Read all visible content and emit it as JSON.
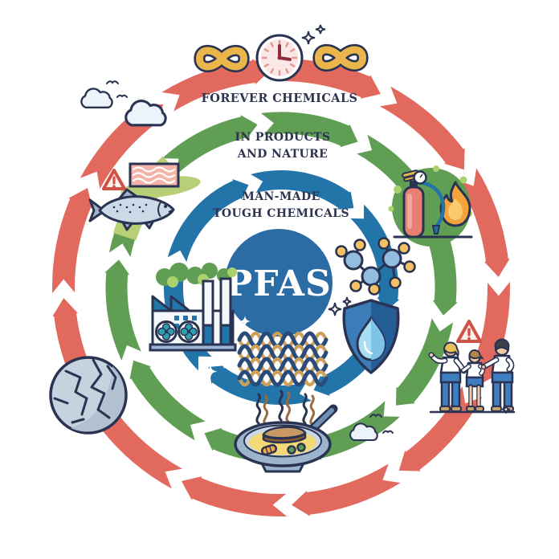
{
  "title": "PFAS forever chemicals cycle diagram",
  "center": {
    "label": "PFAS",
    "color": "#2a6ca3",
    "text_color": "#ffffff"
  },
  "rings": {
    "outer": {
      "label": "FOREVER CHEMICALS",
      "color": "#e2695e"
    },
    "middle": {
      "label_line1": "IN PRODUCTS",
      "label_line2": "AND NATURE",
      "color": "#5f9e53"
    },
    "inner": {
      "label_line1": "MAN-MADE",
      "label_line2": "TOUGH CHEMICALS",
      "color": "#2374a9"
    }
  },
  "palette": {
    "outline": "#2a3352",
    "label_text": "#2e3350",
    "light_green": "#b9cf77",
    "gold": "#eab64b",
    "warning_red": "#cf5248",
    "water_blue": "#a8ddf2"
  },
  "icons": [
    {
      "name": "infinity-icon"
    },
    {
      "name": "clock-icon"
    },
    {
      "name": "sparkle-icon"
    },
    {
      "name": "cloud-icon"
    },
    {
      "name": "bird-icon"
    },
    {
      "name": "warning-triangle-icon"
    },
    {
      "name": "fish-icon"
    },
    {
      "name": "fish-fillet-icon"
    },
    {
      "name": "fire-extinguisher-icon"
    },
    {
      "name": "flame-icon"
    },
    {
      "name": "molecule-icon"
    },
    {
      "name": "shield-water-drop-icon"
    },
    {
      "name": "factory-icon"
    },
    {
      "name": "smoke-icon"
    },
    {
      "name": "textile-weave-icon"
    },
    {
      "name": "cracked-globe-icon"
    },
    {
      "name": "frying-pan-icon"
    },
    {
      "name": "steam-icon"
    },
    {
      "name": "family-icon"
    }
  ]
}
